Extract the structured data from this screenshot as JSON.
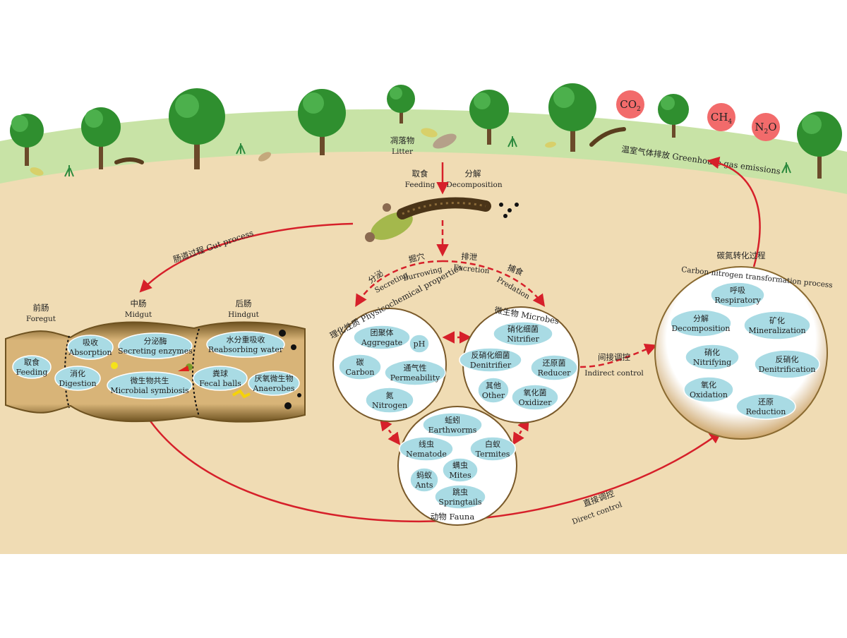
{
  "surface": {
    "litter": {
      "cn": "凋落物",
      "en": "Litter"
    },
    "feeding": {
      "cn": "取食",
      "en": "Feeding"
    },
    "decomposition": {
      "cn": "分解",
      "en": "Decomposition"
    },
    "greenhouse": "温室气体排放 Greenhouse gas emissions",
    "gases": [
      {
        "base": "CO",
        "sub": "2",
        "tail": ""
      },
      {
        "base": "CH",
        "sub": "4",
        "tail": ""
      },
      {
        "base": "N",
        "sub": "2",
        "tail": "O"
      }
    ]
  },
  "gut": {
    "process_label": "肠道过程 Gut process",
    "foregut": {
      "cn": "前肠",
      "en": "Foregut"
    },
    "midgut": {
      "cn": "中肠",
      "en": "Midgut"
    },
    "hindgut": {
      "cn": "后肠",
      "en": "Hindgut"
    },
    "items": [
      {
        "cn": "取食",
        "en": "Feeding"
      },
      {
        "cn": "吸收",
        "en": "Absorption"
      },
      {
        "cn": "消化",
        "en": "Digestion"
      },
      {
        "cn": "分泌酶",
        "en": "Secreting enzymes"
      },
      {
        "cn": "微生物共生",
        "en": "Microbial symbiosis"
      },
      {
        "cn": "水分重吸收",
        "en": "Reabsorbing water"
      },
      {
        "cn": "粪球",
        "en": "Fecal balls"
      },
      {
        "cn": "厌氧微生物",
        "en": "Anaerobes"
      }
    ]
  },
  "soil_actions": {
    "secreting": {
      "cn": "分泌",
      "en": "Secreting"
    },
    "burrowing": {
      "cn": "掘穴",
      "en": "Burrowing"
    },
    "excretion": {
      "cn": "排泄",
      "en": "Excretion"
    },
    "predation": {
      "cn": "捕食",
      "en": "Predation"
    }
  },
  "physicochemical": {
    "title": "理化性质 Physicochemical properties",
    "items": [
      {
        "cn": "团聚体",
        "en": "Aggregate"
      },
      {
        "cn": "",
        "en": "pH"
      },
      {
        "cn": "碳",
        "en": "Carbon"
      },
      {
        "cn": "通气性",
        "en": "Permeability"
      },
      {
        "cn": "氮",
        "en": "Nitrogen"
      }
    ]
  },
  "microbes": {
    "title": "微生物 Microbes",
    "items": [
      {
        "cn": "硝化细菌",
        "en": "Nitrifier"
      },
      {
        "cn": "反硝化细菌",
        "en": "Denitrifier"
      },
      {
        "cn": "还原菌",
        "en": "Reducer"
      },
      {
        "cn": "其他",
        "en": "Other"
      },
      {
        "cn": "氧化菌",
        "en": "Oxidizer"
      }
    ]
  },
  "fauna": {
    "title": "动物 Fauna",
    "items": [
      {
        "cn": "蚯蚓",
        "en": "Earthworms"
      },
      {
        "cn": "线虫",
        "en": "Nematode"
      },
      {
        "cn": "白蚁",
        "en": "Termites"
      },
      {
        "cn": "螨虫",
        "en": "Mites"
      },
      {
        "cn": "蚂蚁",
        "en": "Ants"
      },
      {
        "cn": "跳虫",
        "en": "Springtails"
      }
    ]
  },
  "cn_process": {
    "title_cn": "碳氮转化过程",
    "title_en": "Carbon-nitrogen transformation process",
    "items": [
      {
        "cn": "呼吸",
        "en": "Respiratory"
      },
      {
        "cn": "分解",
        "en": "Decomposition"
      },
      {
        "cn": "矿化",
        "en": "Mineralization"
      },
      {
        "cn": "硝化",
        "en": "Nitrifying"
      },
      {
        "cn": "反硝化",
        "en": "Denitrification"
      },
      {
        "cn": "氧化",
        "en": "Oxidation"
      },
      {
        "cn": "还原",
        "en": "Reduction"
      }
    ]
  },
  "controls": {
    "indirect": {
      "cn": "间接调控",
      "en": "Indirect control"
    },
    "direct": {
      "cn": "直接调控",
      "en": "Direct control"
    }
  },
  "colors": {
    "sky": "#ffffff",
    "grass": "#c8e3a6",
    "soil": "#f0dcb4",
    "oval": "#a9dbe4",
    "arrow": "#d6202a",
    "gas": "#f26b6b",
    "gut": "#8a6a30"
  }
}
